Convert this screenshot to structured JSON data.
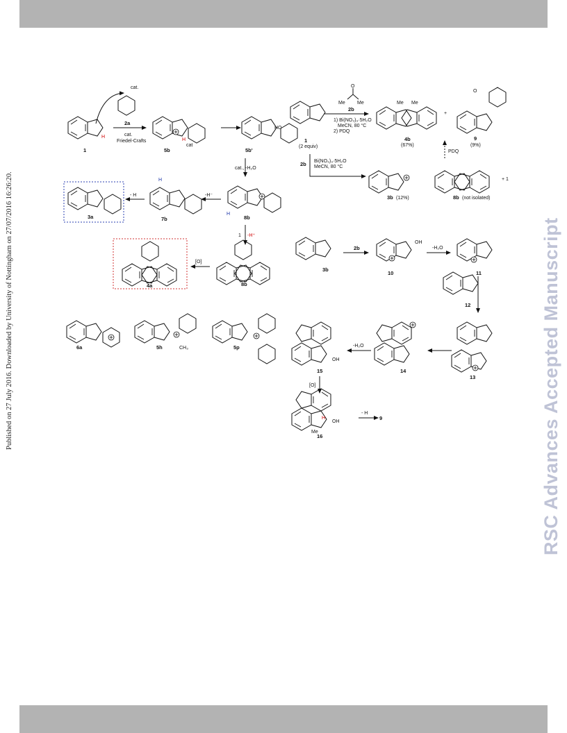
{
  "side_note": "Published on 27 July 2016. Downloaded by University of Nottingham on 27/07/2016 16:26:20.",
  "watermark": "RSC Advances Accepted Manuscript",
  "scheme_left": {
    "r1": {
      "lbl_1": "1",
      "lbl_cat_top": "cat.",
      "lbl_2a": "2a",
      "lbl_cat2": "cat.",
      "lbl_fc": "Friedel-Crafts",
      "lbl_5b": "5b",
      "lbl_cat_o": "cat",
      "lbl_5bp": "5b'",
      "lbl_ho": "HO"
    },
    "r2": {
      "lbl_cat_h2o": "cat., -H₂O",
      "lbl_3a": "3a",
      "lbl_minus_h": "- H",
      "lbl_7b": "7b",
      "lbl_hminus": "-H⁻",
      "lbl_8b": "8b",
      "lbl_nh": "H",
      "lbl_hplus": "-H⁺",
      "lbl_1b": "1"
    },
    "r3": {
      "lbl_4a": "4a",
      "lbl_o": "[O]",
      "lbl_8bb": "8b"
    },
    "r4": {
      "lbl_6a": "6a",
      "lbl_5h": "5h",
      "lbl_5p": "5p",
      "lbl_ch3": "CH₃"
    }
  },
  "scheme_right": {
    "top": {
      "lbl_1": "1",
      "lbl_equiv": "(2 equiv)",
      "lbl_2b": "2b",
      "lbl_me1": "Me",
      "lbl_me2": "Me",
      "lbl_cond1": "1) Bi(NO₃)₃·5H₂O",
      "lbl_cond2": "MeCN, 80 °C",
      "lbl_cond3": "2) PDQ",
      "lbl_4b": "4b",
      "lbl_4b_yield": "(67%)",
      "lbl_9": "9",
      "lbl_9_yield": "(9%)",
      "lbl_plus": "+",
      "lbl_pdq": "PDQ",
      "lbl_2b_b": "2b",
      "lbl_cond4": "Bi(NO₃)₃·5H₂O",
      "lbl_cond5": "MeCN, 80 °C",
      "lbl_3b": "3b",
      "lbl_3b_yield": "(12%)",
      "lbl_8b": "8b",
      "lbl_8b_note": "(not isolated)",
      "lbl_plus1": "+ 1"
    },
    "mech": {
      "lbl_3b": "3b",
      "lbl_2b": "2b",
      "lbl_10": "10",
      "lbl_h2o": "-H₂O",
      "lbl_11": "11",
      "lbl_12": "12",
      "lbl_13": "13",
      "lbl_14": "14",
      "lbl_h2o_b": "-H₂O",
      "lbl_15": "15",
      "lbl_o": "[O]",
      "lbl_16": "16",
      "lbl_minus_h": "- H",
      "lbl_9": "9",
      "lbl_oh": "OH",
      "lbl_me": "Me"
    }
  }
}
